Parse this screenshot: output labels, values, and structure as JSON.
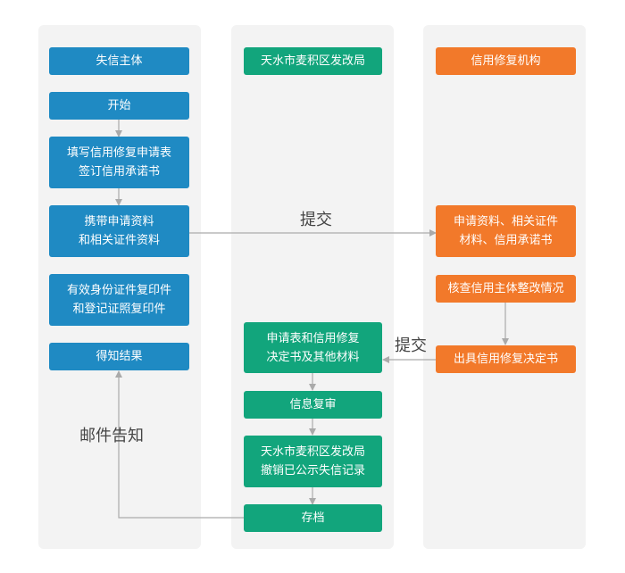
{
  "colors": {
    "lane_bg": "#f3f3f3",
    "subject_blue": "#1f8ac3",
    "bureau_green": "#12a57c",
    "agency_orange": "#f2792a",
    "arrow_gray": "#aaaaaa"
  },
  "lanes": {
    "subject": {
      "header": "失信主体",
      "start": "开始",
      "fill_form": "填写信用修复申请表\n签订信用承诺书",
      "bring_docs": "携带申请资料\n和相关证件资料",
      "id_copies": "有效身份证件复印件\n和登记证照复印件",
      "result": "得知结果"
    },
    "bureau": {
      "header": "天水市麦积区发改局",
      "forms_docs": "申请表和信用修复\n决定书及其他材料",
      "review": "信息复审",
      "revoke": "天水市麦积区发改局\n撤销已公示失信记录",
      "archive": "存档"
    },
    "agency": {
      "header": "信用修复机构",
      "application": "申请资料、相关证件\n材料、信用承诺书",
      "verify": "核查信用主体整改情况",
      "issue": "出具信用修复决定书"
    }
  },
  "edge_labels": {
    "submit_to_agency": "提交",
    "submit_to_bureau": "提交",
    "mail_notify": "邮件告知"
  }
}
